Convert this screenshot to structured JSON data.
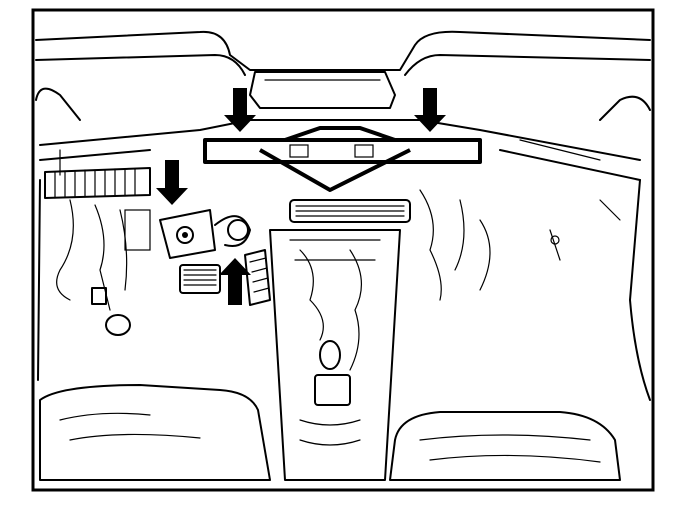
{
  "figure": {
    "kind": "line-illustration",
    "subject": "vehicle-interior-dashboard-removal",
    "colors": {
      "ink": "#000000",
      "paper": "#ffffff"
    },
    "callout_arrows": [
      {
        "id": "arrow-left-cross-beam",
        "direction": "down"
      },
      {
        "id": "arrow-right-cross-beam",
        "direction": "down"
      },
      {
        "id": "arrow-pedal-bracket",
        "direction": "down"
      },
      {
        "id": "arrow-center-mount",
        "direction": "up"
      }
    ]
  }
}
